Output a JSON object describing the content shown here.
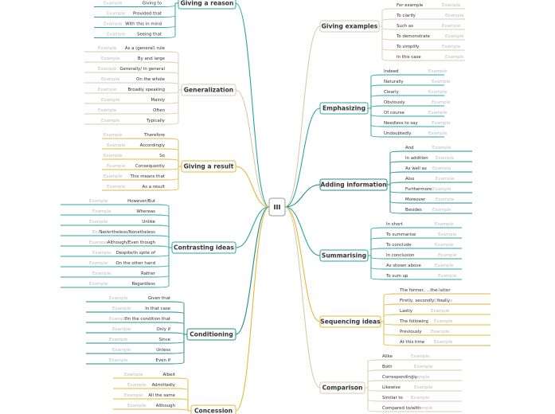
{
  "root": {
    "label": "III"
  },
  "colors": {
    "left": [
      "#2aa69a",
      "#d9c9a9",
      "#e3b73a",
      "#2aa69a",
      "#1e8c83",
      "#e3b73a"
    ],
    "right": [
      "#d9c9a9",
      "#2aa69a",
      "#1e8c83",
      "#2aa69a",
      "#e3b73a",
      "#d9c9a9"
    ]
  },
  "left": [
    {
      "label": "Giving a reason",
      "items": [
        {
          "text": "Giving to",
          "ex": "Example"
        },
        {
          "text": "Provided that",
          "ex": "Example"
        },
        {
          "text": "With this in mind",
          "ex": "Example"
        },
        {
          "text": "Seeing that",
          "ex": "Example"
        }
      ]
    },
    {
      "label": "Generalization",
      "items": [
        {
          "text": "As a (general) rule",
          "ex": "Example"
        },
        {
          "text": "By and large",
          "ex": "Example"
        },
        {
          "text": "Generally/ In general",
          "ex": "Example"
        },
        {
          "text": "On the whole",
          "ex": "Example"
        },
        {
          "text": "Broadly speaking",
          "ex": "Example"
        },
        {
          "text": "Mainly",
          "ex": "Example"
        },
        {
          "text": "Often",
          "ex": "Example"
        },
        {
          "text": "Typically",
          "ex": "Example"
        }
      ]
    },
    {
      "label": "Giving a result",
      "items": [
        {
          "text": "Therefore",
          "ex": "Example"
        },
        {
          "text": "Accordingly",
          "ex": "Example"
        },
        {
          "text": "So",
          "ex": "Example"
        },
        {
          "text": "Consequently",
          "ex": "Example"
        },
        {
          "text": "This means that",
          "ex": "Example"
        },
        {
          "text": "As a result",
          "ex": "Example"
        }
      ]
    },
    {
      "label": "Contrasting ideas",
      "items": [
        {
          "text": "However/But",
          "ex": "Example"
        },
        {
          "text": "Whereas",
          "ex": "Example"
        },
        {
          "text": "Unlike",
          "ex": "Example"
        },
        {
          "text": "Nevertheless/Nonetheless",
          "ex": "Example"
        },
        {
          "text": "Although/Even though",
          "ex": "Example"
        },
        {
          "text": "Despite/In spite of",
          "ex": "Example"
        },
        {
          "text": "On the other hand",
          "ex": "Example"
        },
        {
          "text": "Rather",
          "ex": "Example"
        },
        {
          "text": "Regardless",
          "ex": "Example"
        }
      ]
    },
    {
      "label": "Conditioning",
      "items": [
        {
          "text": "Given that",
          "ex": "Example"
        },
        {
          "text": "In that case",
          "ex": "Example"
        },
        {
          "text": "On the condition that",
          "ex": "Example"
        },
        {
          "text": "Only if",
          "ex": "Example"
        },
        {
          "text": "Since",
          "ex": "Example"
        },
        {
          "text": "Unless",
          "ex": "Example"
        },
        {
          "text": "Even if",
          "ex": "Example"
        }
      ]
    },
    {
      "label": "Concession",
      "items": [
        {
          "text": "Albeit",
          "ex": "Example"
        },
        {
          "text": "Admittedly",
          "ex": "Example"
        },
        {
          "text": "All the same",
          "ex": "Example"
        },
        {
          "text": "Although",
          "ex": "Example"
        }
      ]
    }
  ],
  "right": [
    {
      "label": "Giving examples",
      "items": [
        {
          "text": "For example",
          "ex": "Example"
        },
        {
          "text": "To clarify",
          "ex": "Example"
        },
        {
          "text": "Such as",
          "ex": "Example"
        },
        {
          "text": "To demonstrate",
          "ex": "Example"
        },
        {
          "text": "To simplify",
          "ex": "Example"
        },
        {
          "text": "In this case",
          "ex": "Example"
        }
      ]
    },
    {
      "label": "Emphasizing",
      "items": [
        {
          "text": "Indeed",
          "ex": "Example"
        },
        {
          "text": "Naturally",
          "ex": "Example"
        },
        {
          "text": "Clearly",
          "ex": "Example"
        },
        {
          "text": "Obviously",
          "ex": "Example"
        },
        {
          "text": "Of course",
          "ex": "Example"
        },
        {
          "text": "Needless to say",
          "ex": "Example"
        },
        {
          "text": "Undoubtedly",
          "ex": "Example"
        }
      ]
    },
    {
      "label": "Adding information",
      "items": [
        {
          "text": "And",
          "ex": "Example"
        },
        {
          "text": "In addition",
          "ex": "Example"
        },
        {
          "text": "As well as",
          "ex": "Example"
        },
        {
          "text": "Also",
          "ex": "Example"
        },
        {
          "text": "Furthermore",
          "ex": "Example"
        },
        {
          "text": "Moreover",
          "ex": "Example"
        },
        {
          "text": "Besides",
          "ex": "Example"
        }
      ]
    },
    {
      "label": "Summarising",
      "items": [
        {
          "text": "In short",
          "ex": "Example"
        },
        {
          "text": "To summarise",
          "ex": "Example"
        },
        {
          "text": "To conclude",
          "ex": "Example"
        },
        {
          "text": "In conclusion",
          "ex": "Example"
        },
        {
          "text": "As shown above",
          "ex": "Example"
        },
        {
          "text": "To sum up",
          "ex": "Example"
        }
      ]
    },
    {
      "label": "Sequencing ideas",
      "items": [
        {
          "text": "The former, ...the latter",
          "ex": "Example"
        },
        {
          "text": "Firstly, secondly, finally",
          "ex": "Example"
        },
        {
          "text": "Lastly",
          "ex": "Example"
        },
        {
          "text": "The following",
          "ex": "Example"
        },
        {
          "text": "Previously",
          "ex": "Example"
        },
        {
          "text": "At this time",
          "ex": "Example"
        }
      ]
    },
    {
      "label": "Comparison",
      "items": [
        {
          "text": "Alike",
          "ex": "Example"
        },
        {
          "text": "Both",
          "ex": "Example"
        },
        {
          "text": "Correspondingly",
          "ex": "Example"
        },
        {
          "text": "Likewise",
          "ex": "Example"
        },
        {
          "text": "Similar to",
          "ex": "Example"
        },
        {
          "text": "Compared to/with",
          "ex": "Example"
        }
      ]
    }
  ]
}
